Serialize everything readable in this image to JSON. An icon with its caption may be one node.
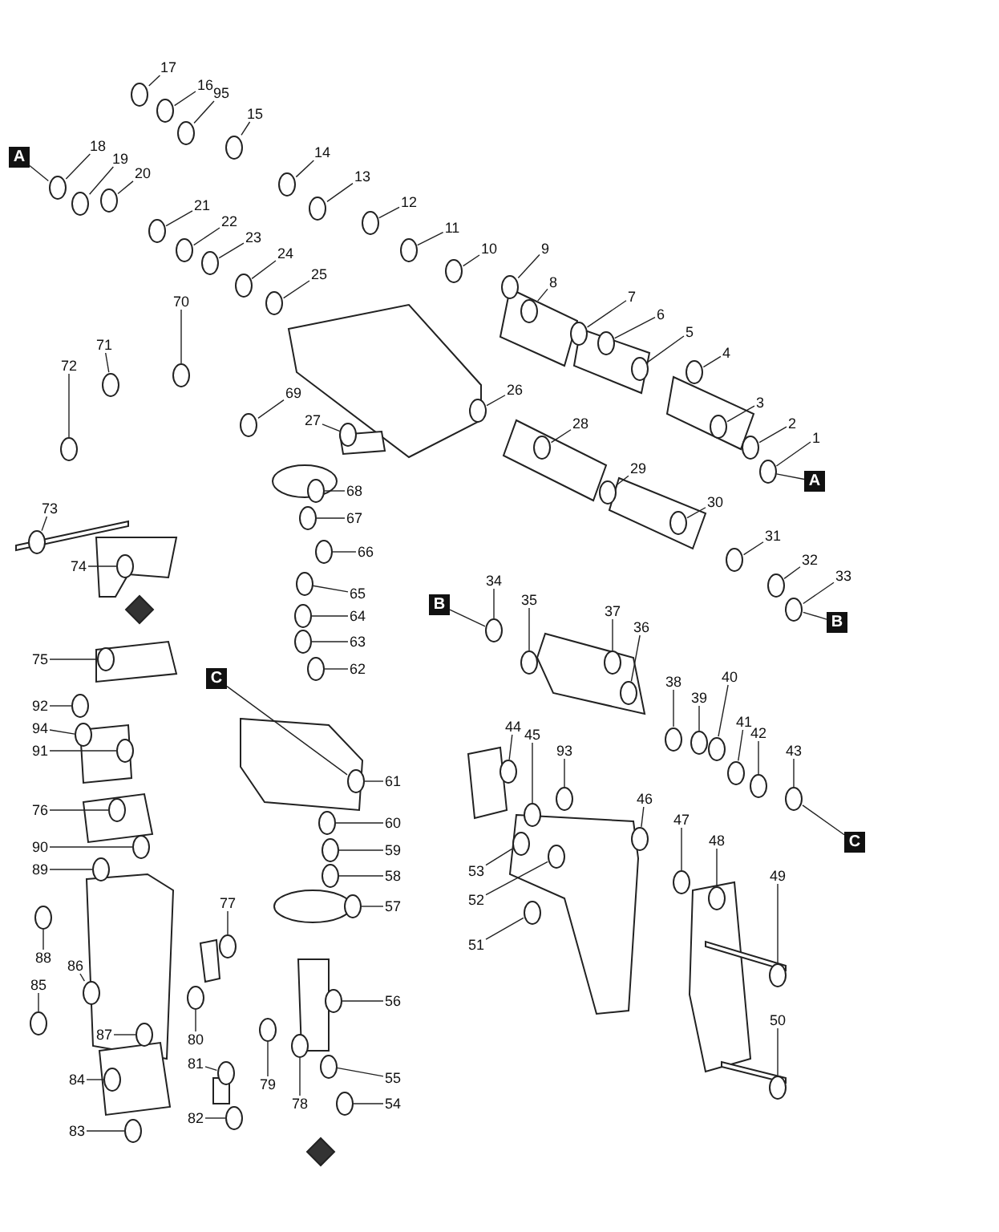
{
  "diagram": {
    "nodes": [
      {
        "text": [
          "1"
        ]
      },
      {
        "text": [
          "2"
        ]
      },
      {
        "text": [
          "3"
        ]
      },
      {
        "text": [
          "4"
        ]
      },
      {
        "text": [
          "5"
        ]
      },
      {
        "text": [
          "6"
        ]
      },
      {
        "text": [
          "7"
        ]
      },
      {
        "text": [
          "8"
        ]
      },
      {
        "text": [
          "9"
        ]
      },
      {
        "text": [
          "10"
        ]
      },
      {
        "text": [
          "11"
        ]
      },
      {
        "text": [
          "12"
        ]
      },
      {
        "text": [
          "13"
        ]
      },
      {
        "text": [
          "14"
        ]
      },
      {
        "text": [
          "15"
        ]
      },
      {
        "text": [
          "16"
        ]
      },
      {
        "text": [
          "17"
        ]
      },
      {
        "text": [
          "18"
        ]
      },
      {
        "text": [
          "19"
        ]
      },
      {
        "text": [
          "20"
        ]
      },
      {
        "text": [
          "21"
        ]
      },
      {
        "text": [
          "22"
        ]
      },
      {
        "text": [
          "23"
        ]
      },
      {
        "text": [
          "24"
        ]
      },
      {
        "text": [
          "25"
        ]
      },
      {
        "text": [
          "26"
        ]
      },
      {
        "text": [
          "27"
        ]
      },
      {
        "text": [
          "28"
        ]
      },
      {
        "text": [
          "29"
        ]
      },
      {
        "text": [
          "30"
        ]
      },
      {
        "text": [
          "31"
        ]
      },
      {
        "text": [
          "32"
        ]
      },
      {
        "text": [
          "33"
        ]
      },
      {
        "text": [
          "34"
        ]
      },
      {
        "text": [
          "35"
        ]
      },
      {
        "text": [
          "36"
        ]
      },
      {
        "text": [
          "37"
        ]
      },
      {
        "text": [
          "38"
        ]
      },
      {
        "text": [
          "39"
        ]
      },
      {
        "text": [
          "40"
        ]
      },
      {
        "text": [
          "41"
        ]
      },
      {
        "text": [
          "42"
        ]
      },
      {
        "text": [
          "43"
        ]
      },
      {
        "text": [
          "44"
        ]
      },
      {
        "text": [
          "45"
        ]
      },
      {
        "text": [
          "46"
        ]
      },
      {
        "text": [
          "47"
        ]
      },
      {
        "text": [
          "48"
        ]
      },
      {
        "text": [
          "49"
        ]
      },
      {
        "text": [
          "50"
        ]
      },
      {
        "text": [
          "51"
        ]
      },
      {
        "text": [
          "52"
        ]
      },
      {
        "text": [
          "53"
        ]
      },
      {
        "text": [
          "54"
        ]
      },
      {
        "text": [
          "55"
        ]
      },
      {
        "text": [
          "56"
        ]
      },
      {
        "text": [
          "57"
        ]
      },
      {
        "text": [
          "58"
        ]
      },
      {
        "text": [
          "59"
        ]
      },
      {
        "text": [
          "60"
        ]
      },
      {
        "text": [
          "61"
        ]
      },
      {
        "text": [
          "62"
        ]
      },
      {
        "text": [
          "63"
        ]
      },
      {
        "text": [
          "64"
        ]
      },
      {
        "text": [
          "65"
        ]
      },
      {
        "text": [
          "66"
        ]
      },
      {
        "text": [
          "67"
        ]
      },
      {
        "text": [
          "68"
        ]
      },
      {
        "text": [
          "69"
        ]
      },
      {
        "text": [
          "70"
        ]
      },
      {
        "text": [
          "71"
        ]
      },
      {
        "text": [
          "72"
        ]
      },
      {
        "text": [
          "73"
        ]
      },
      {
        "text": [
          "74"
        ]
      },
      {
        "text": [
          "75"
        ]
      },
      {
        "text": [
          "76"
        ]
      },
      {
        "text": [
          "77"
        ]
      },
      {
        "text": [
          "78"
        ]
      },
      {
        "text": [
          "79"
        ]
      },
      {
        "text": [
          "80"
        ]
      },
      {
        "text": [
          "81"
        ]
      },
      {
        "text": [
          "82"
        ]
      },
      {
        "text": [
          "83"
        ]
      },
      {
        "text": [
          "84"
        ]
      },
      {
        "text": [
          "85"
        ]
      },
      {
        "text": [
          "86"
        ]
      },
      {
        "text": [
          "87"
        ]
      },
      {
        "text": [
          "88"
        ]
      },
      {
        "text": [
          "89"
        ]
      },
      {
        "text": [
          "90"
        ]
      },
      {
        "text": [
          "91"
        ]
      },
      {
        "text": [
          "92"
        ]
      },
      {
        "text": [
          "93"
        ]
      },
      {
        "text": [
          "94"
        ]
      },
      {
        "text": [
          "95"
        ]
      },
      {
        "text": [
          "A"
        ]
      },
      {
        "text": [
          "A"
        ]
      },
      {
        "text": [
          "B"
        ]
      },
      {
        "text": [
          "B"
        ]
      },
      {
        "text": [
          "C"
        ]
      },
      {
        "text": [
          "C"
        ]
      },
      {
        "text": [],
        "shape": "circle"
      },
      {
        "text": [],
        "shape": "circle"
      },
      {
        "text": [],
        "shape": "circle"
      },
      {
        "text": [],
        "shape": "circle"
      },
      {
        "text": [],
        "shape": "circle"
      },
      {
        "text": [],
        "shape": "circle"
      },
      {
        "text": [],
        "shape": "circle"
      },
      {
        "text": [],
        "shape": "circle"
      },
      {
        "text": [],
        "shape": "circle"
      },
      {
        "text": [],
        "shape": "circle"
      },
      {
        "text": [],
        "shape": "circle"
      },
      {
        "text": [],
        "shape": "circle"
      },
      {
        "text": [],
        "shape": "circle"
      },
      {
        "text": [],
        "shape": "circle"
      },
      {
        "text": [],
        "shape": "circle"
      },
      {
        "text": [],
        "shape": "circle"
      },
      {
        "text": [],
        "shape": "circle"
      },
      {
        "text": [],
        "shape": "circle"
      },
      {
        "text": [],
        "shape": "circle"
      },
      {
        "text": [],
        "shape": "circle"
      },
      {
        "text": [],
        "shape": "circle"
      },
      {
        "text": [],
        "shape": "circle"
      },
      {
        "text": [],
        "shape": "circle"
      },
      {
        "text": [],
        "shape": "circle"
      },
      {
        "text": [],
        "shape": "circle"
      },
      {
        "text": [],
        "shape": "circle"
      },
      {
        "text": [],
        "shape": "circle"
      },
      {
        "text": [],
        "shape": "circle"
      },
      {
        "text": [],
        "shape": "circle"
      },
      {
        "text": [],
        "shape": "circle"
      },
      {
        "text": [],
        "shape": "circle"
      },
      {
        "text": [],
        "shape": "circle"
      },
      {
        "text": [],
        "shape": "circle"
      },
      {
        "text": [],
        "shape": "circle"
      },
      {
        "text": [],
        "shape": "circle"
      },
      {
        "text": [],
        "shape": "circle"
      },
      {
        "text": [],
        "shape": "circle"
      },
      {
        "text": [],
        "shape": "circle"
      },
      {
        "text": [],
        "shape": "circle"
      },
      {
        "text": [],
        "shape": "circle"
      },
      {
        "text": [],
        "shape": "circle"
      },
      {
        "text": [],
        "shape": "circle"
      },
      {
        "text": [],
        "shape": "circle"
      },
      {
        "text": [],
        "shape": "circle"
      },
      {
        "text": [],
        "shape": "circle"
      },
      {
        "text": [],
        "shape": "circle"
      },
      {
        "text": [],
        "shape": "circle"
      },
      {
        "text": [],
        "shape": "circle"
      },
      {
        "text": [],
        "shape": "circle"
      },
      {
        "text": [],
        "shape": "circle"
      },
      {
        "text": [],
        "shape": "circle"
      },
      {
        "text": [],
        "shape": "circle"
      },
      {
        "text": [],
        "shape": "circle"
      },
      {
        "text": [],
        "shape": "circle"
      },
      {
        "text": [],
        "shape": "circle"
      },
      {
        "text": [],
        "shape": "circle"
      },
      {
        "text": [],
        "shape": "circle"
      },
      {
        "text": [],
        "shape": "circle"
      },
      {
        "text": [],
        "shape": "circle"
      },
      {
        "text": [],
        "shape": "circle"
      },
      {
        "text": [],
        "shape": "circle"
      },
      {
        "text": [],
        "shape": "circle"
      },
      {
        "text": [],
        "shape": "circle"
      },
      {
        "text": [],
        "shape": "circle"
      },
      {
        "text": [],
        "shape": "circle"
      },
      {
        "text": [],
        "shape": "circle"
      },
      {
        "text": [],
        "shape": "circle"
      },
      {
        "text": [],
        "shape": "circle"
      },
      {
        "text": [],
        "shape": "circle"
      },
      {
        "text": [],
        "shape": "circle"
      },
      {
        "text": [],
        "shape": "circle"
      },
      {
        "text": [],
        "shape": "circle"
      },
      {
        "text": [],
        "shape": "circle"
      },
      {
        "text": [],
        "shape": "circle"
      },
      {
        "text": [],
        "shape": "circle"
      },
      {
        "text": [],
        "shape": "circle"
      },
      {
        "text": [],
        "shape": "circle"
      },
      {
        "text": [],
        "shape": "circle"
      },
      {
        "text": [],
        "shape": "circle"
      },
      {
        "text": [],
        "shape": "circle"
      },
      {
        "text": [],
        "shape": "circle"
      },
      {
        "text": [],
        "shape": "circle"
      },
      {
        "text": [],
        "shape": "circle"
      },
      {
        "text": [],
        "shape": "circle"
      },
      {
        "text": [],
        "shape": "circle"
      },
      {
        "text": [],
        "shape": "circle"
      },
      {
        "text": [],
        "shape": "circle"
      },
      {
        "text": [],
        "shape": "circle"
      },
      {
        "text": [],
        "shape": "circle"
      },
      {
        "text": [],
        "shape": "circle"
      },
      {
        "text": [],
        "shape": "circle"
      },
      {
        "text": [],
        "shape": "circle"
      },
      {
        "text": [],
        "shape": "circle"
      },
      {
        "text": [],
        "shape": "circle"
      },
      {
        "text": [],
        "shape": "circle"
      }
    ],
    "edges": [
      {
        "from": 0,
        "to": 101,
        "arrow": "none"
      },
      {
        "from": 1,
        "to": 102,
        "arrow": "none"
      },
      {
        "from": 2,
        "to": 103,
        "arrow": "none"
      },
      {
        "from": 3,
        "to": 104,
        "arrow": "none"
      },
      {
        "from": 4,
        "to": 105,
        "arrow": "none"
      },
      {
        "from": 5,
        "to": 106,
        "arrow": "none"
      },
      {
        "from": 6,
        "to": 107,
        "arrow": "none"
      },
      {
        "from": 7,
        "to": 108,
        "arrow": "none"
      },
      {
        "from": 8,
        "to": 109,
        "arrow": "none"
      },
      {
        "from": 9,
        "to": 110,
        "arrow": "none"
      },
      {
        "from": 10,
        "to": 111,
        "arrow": "none"
      },
      {
        "from": 11,
        "to": 112,
        "arrow": "none"
      },
      {
        "from": 12,
        "to": 113,
        "arrow": "none"
      },
      {
        "from": 13,
        "to": 114,
        "arrow": "none"
      },
      {
        "from": 14,
        "to": 115,
        "arrow": "none"
      },
      {
        "from": 15,
        "to": 116,
        "arrow": "none"
      },
      {
        "from": 16,
        "to": 117,
        "arrow": "none"
      },
      {
        "from": 17,
        "to": 118,
        "arrow": "none"
      },
      {
        "from": 18,
        "to": 119,
        "arrow": "none"
      },
      {
        "from": 19,
        "to": 120,
        "arrow": "none"
      },
      {
        "from": 20,
        "to": 121,
        "arrow": "none"
      },
      {
        "from": 21,
        "to": 122,
        "arrow": "none"
      },
      {
        "from": 22,
        "to": 123,
        "arrow": "none"
      },
      {
        "from": 23,
        "to": 124,
        "arrow": "none"
      },
      {
        "from": 24,
        "to": 125,
        "arrow": "none"
      },
      {
        "from": 25,
        "to": 126,
        "arrow": "none"
      },
      {
        "from": 26,
        "to": 127,
        "arrow": "none"
      },
      {
        "from": 27,
        "to": 128,
        "arrow": "none"
      },
      {
        "from": 28,
        "to": 129,
        "arrow": "none"
      },
      {
        "from": 29,
        "to": 130,
        "arrow": "none"
      },
      {
        "from": 30,
        "to": 131,
        "arrow": "none"
      },
      {
        "from": 31,
        "to": 132,
        "arrow": "none"
      },
      {
        "from": 32,
        "to": 133,
        "arrow": "none"
      },
      {
        "from": 33,
        "to": 134,
        "arrow": "none"
      },
      {
        "from": 34,
        "to": 135,
        "arrow": "none"
      },
      {
        "from": 35,
        "to": 136,
        "arrow": "none"
      },
      {
        "from": 36,
        "to": 137,
        "arrow": "none"
      },
      {
        "from": 37,
        "to": 138,
        "arrow": "none"
      },
      {
        "from": 38,
        "to": 139,
        "arrow": "none"
      },
      {
        "from": 39,
        "to": 140,
        "arrow": "none"
      },
      {
        "from": 40,
        "to": 141,
        "arrow": "none"
      },
      {
        "from": 41,
        "to": 142,
        "arrow": "none"
      },
      {
        "from": 42,
        "to": 143,
        "arrow": "none"
      },
      {
        "from": 43,
        "to": 144,
        "arrow": "none"
      },
      {
        "from": 44,
        "to": 145,
        "arrow": "none"
      },
      {
        "from": 45,
        "to": 146,
        "arrow": "none"
      },
      {
        "from": 46,
        "to": 147,
        "arrow": "none"
      },
      {
        "from": 47,
        "to": 148,
        "arrow": "none"
      },
      {
        "from": 48,
        "to": 149,
        "arrow": "none"
      },
      {
        "from": 49,
        "to": 150,
        "arrow": "none"
      },
      {
        "from": 50,
        "to": 151,
        "arrow": "none"
      },
      {
        "from": 51,
        "to": 152,
        "arrow": "none"
      },
      {
        "from": 52,
        "to": 153,
        "arrow": "none"
      },
      {
        "from": 53,
        "to": 154,
        "arrow": "none"
      },
      {
        "from": 54,
        "to": 155,
        "arrow": "none"
      },
      {
        "from": 55,
        "to": 156,
        "arrow": "none"
      },
      {
        "from": 56,
        "to": 157,
        "arrow": "none"
      },
      {
        "from": 57,
        "to": 158,
        "arrow": "none"
      },
      {
        "from": 58,
        "to": 159,
        "arrow": "none"
      },
      {
        "from": 59,
        "to": 160,
        "arrow": "none"
      },
      {
        "from": 60,
        "to": 161,
        "arrow": "none"
      },
      {
        "from": 61,
        "to": 162,
        "arrow": "none"
      },
      {
        "from": 62,
        "to": 163,
        "arrow": "none"
      },
      {
        "from": 63,
        "to": 164,
        "arrow": "none"
      },
      {
        "from": 64,
        "to": 165,
        "arrow": "none"
      },
      {
        "from": 65,
        "to": 166,
        "arrow": "none"
      },
      {
        "from": 66,
        "to": 167,
        "arrow": "none"
      },
      {
        "from": 67,
        "to": 168,
        "arrow": "none"
      },
      {
        "from": 68,
        "to": 169,
        "arrow": "none"
      },
      {
        "from": 69,
        "to": 170,
        "arrow": "none"
      },
      {
        "from": 70,
        "to": 171,
        "arrow": "none"
      },
      {
        "from": 71,
        "to": 172,
        "arrow": "none"
      },
      {
        "from": 72,
        "to": 173,
        "arrow": "none"
      },
      {
        "from": 73,
        "to": 174,
        "arrow": "none"
      },
      {
        "from": 74,
        "to": 175,
        "arrow": "none"
      },
      {
        "from": 75,
        "to": 176,
        "arrow": "none"
      },
      {
        "from": 76,
        "to": 177,
        "arrow": "none"
      },
      {
        "from": 77,
        "to": 178,
        "arrow": "none"
      },
      {
        "from": 78,
        "to": 179,
        "arrow": "none"
      },
      {
        "from": 79,
        "to": 180,
        "arrow": "none"
      },
      {
        "from": 80,
        "to": 181,
        "arrow": "none"
      },
      {
        "from": 81,
        "to": 182,
        "arrow": "none"
      },
      {
        "from": 82,
        "to": 183,
        "arrow": "none"
      },
      {
        "from": 83,
        "to": 184,
        "arrow": "none"
      },
      {
        "from": 84,
        "to": 185,
        "arrow": "none"
      },
      {
        "from": 85,
        "to": 186,
        "arrow": "none"
      },
      {
        "from": 86,
        "to": 187,
        "arrow": "none"
      },
      {
        "from": 87,
        "to": 188,
        "arrow": "none"
      },
      {
        "from": 88,
        "to": 189,
        "arrow": "none"
      },
      {
        "from": 89,
        "to": 190,
        "arrow": "none"
      },
      {
        "from": 90,
        "to": 191,
        "arrow": "none"
      },
      {
        "from": 91,
        "to": 192,
        "arrow": "none"
      },
      {
        "from": 92,
        "to": 193,
        "arrow": "none"
      },
      {
        "from": 93,
        "to": 194,
        "arrow": "none"
      },
      {
        "from": 94,
        "to": 195,
        "arrow": "none"
      },
      {
        "from": 95,
        "to": 118,
        "arrow": "none"
      },
      {
        "from": 96,
        "to": 101,
        "arrow": "none"
      },
      {
        "from": 97,
        "to": 134,
        "arrow": "none"
      },
      {
        "from": 98,
        "to": 133,
        "arrow": "none"
      },
      {
        "from": 99,
        "to": 161,
        "arrow": "none"
      },
      {
        "from": 100,
        "to": 143,
        "arrow": "none"
      }
    ]
  }
}
